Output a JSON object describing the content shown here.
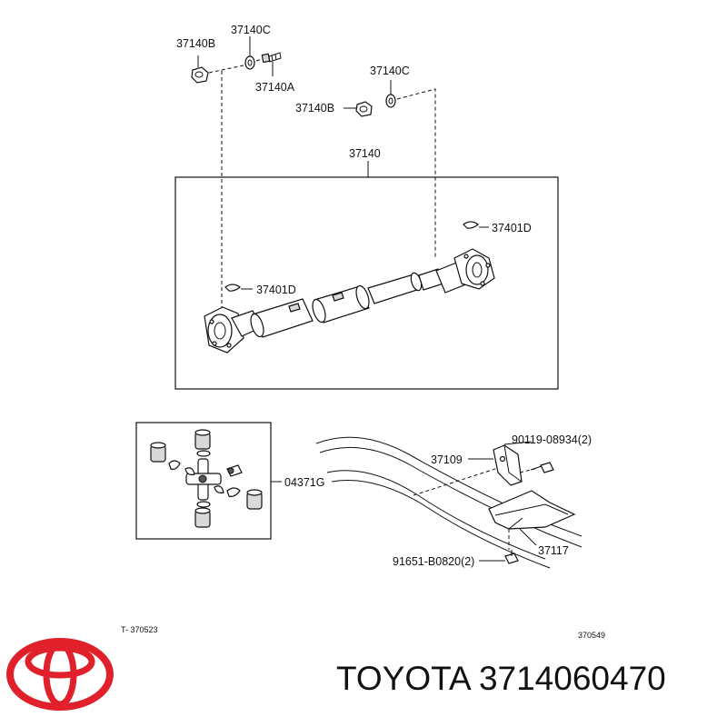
{
  "labels": {
    "l37140B_top": "37140B",
    "l37140C_top": "37140C",
    "l37140A": "37140A",
    "l37140C_right": "37140C",
    "l37140B_mid": "37140B",
    "l37140": "37140",
    "l37401D_right": "37401D",
    "l37401D_left": "37401D",
    "l04371G": "04371G",
    "l37109": "37109",
    "l90119": "90119-08934(2)",
    "l37117": "37117",
    "l91651": "91651-B0820(2)",
    "ref_left": "T- 370523",
    "ref_right": "370549"
  },
  "brand": {
    "text": "TOYOTA 3714060470",
    "logo_color": "#e0202a"
  }
}
